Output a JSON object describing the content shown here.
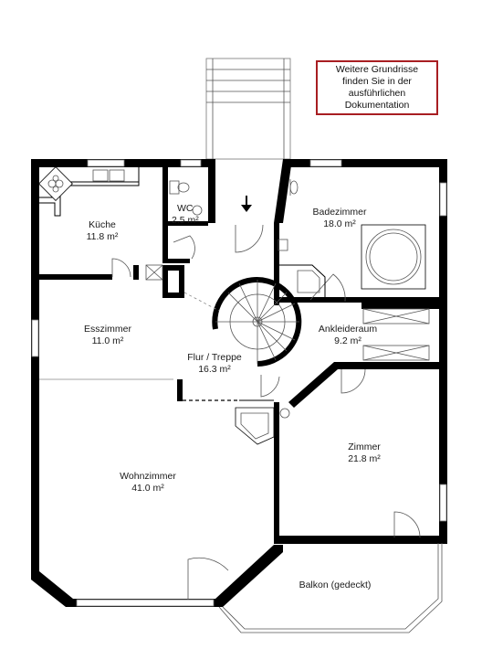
{
  "note": {
    "lines": [
      "Weitere Grundrisse",
      "finden Sie in der",
      "ausführlichen",
      "Dokumentation"
    ],
    "border_color": "#a81e22"
  },
  "rooms": {
    "kueche": {
      "name": "Küche",
      "area": "11.8 m²"
    },
    "wc": {
      "name": "WC",
      "area": "2.5 m²"
    },
    "badezimmer": {
      "name": "Badezimmer",
      "area": "18.0 m²"
    },
    "esszimmer": {
      "name": "Esszimmer",
      "area": "11.0 m²"
    },
    "ankleideraum": {
      "name": "Ankleideraum",
      "area": "9.2 m²"
    },
    "flur": {
      "name": "Flur / Treppe",
      "area": "16.3 m²"
    },
    "zimmer": {
      "name": "Zimmer",
      "area": "21.8 m²"
    },
    "wohnzimmer": {
      "name": "Wohnzimmer",
      "area": "41.0 m²"
    },
    "balkon": {
      "name": "Balkon (gedeckt)"
    }
  },
  "icons": {
    "entry": "down-arrow-icon"
  }
}
